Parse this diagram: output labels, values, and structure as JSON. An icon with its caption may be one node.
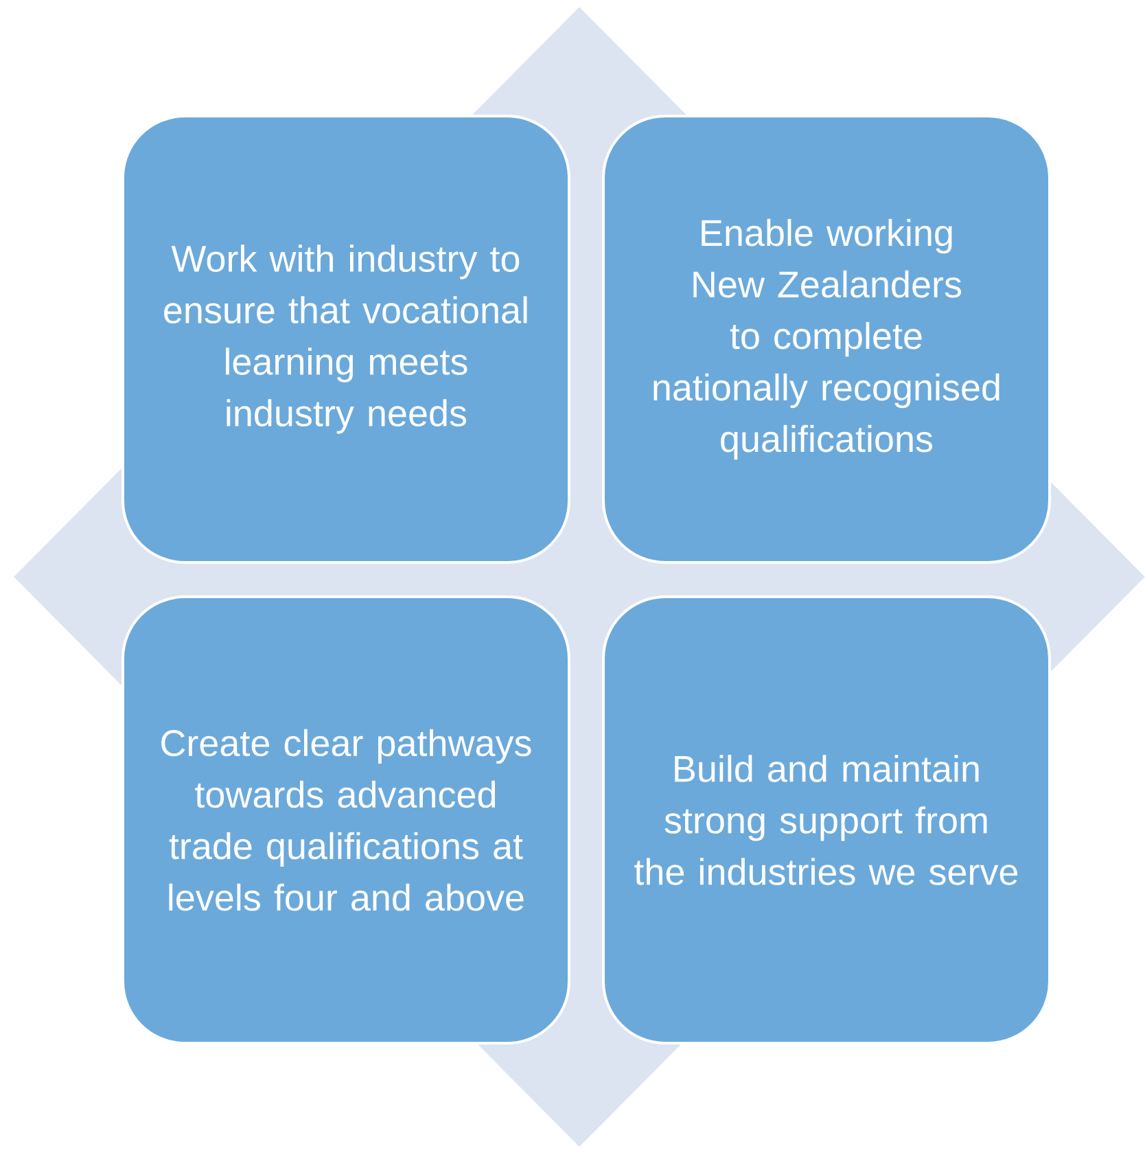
{
  "diagram": {
    "nodes": [
      {
        "text": [],
        "shape": "diamond"
      },
      {
        "text": [
          "Work with industry to ensure that vocational learning meets industry needs"
        ],
        "in": 0
      },
      {
        "text": [
          "Enable working New Zealanders to complete nationally recognised qualifications"
        ],
        "in": 0
      },
      {
        "text": [
          "Create clear pathways towards advanced trade qualifications at levels four and above"
        ],
        "in": 0
      },
      {
        "text": [
          "Build and maintain strong support from the industries we serve"
        ],
        "in": 0
      }
    ],
    "edges": []
  }
}
